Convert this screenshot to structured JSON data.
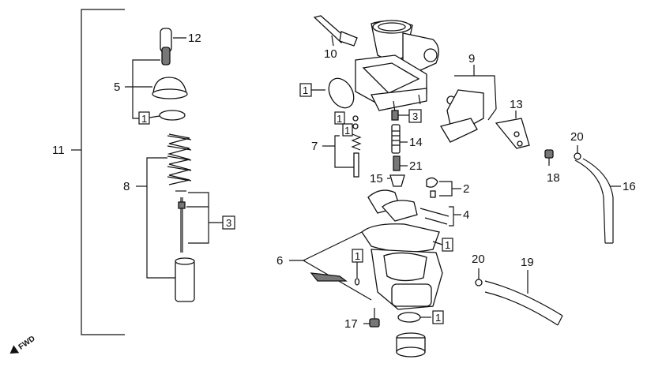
{
  "callouts": {
    "c1": "1",
    "c2": "2",
    "c3": "3",
    "c4": "4",
    "c5": "5",
    "c6": "6",
    "c7": "7",
    "c8": "8",
    "c9": "9",
    "c10": "10",
    "c11": "11",
    "c12": "12",
    "c13": "13",
    "c14": "14",
    "c15": "15",
    "c16": "16",
    "c17": "17",
    "c18": "18",
    "c19": "19",
    "c20a": "20",
    "c20b": "20",
    "c21": "21"
  },
  "boxed": {
    "b1_left": "1",
    "b3_left": "3",
    "b1_oring": "1",
    "b3_jet": "3",
    "b1_a": "1",
    "b1_b": "1",
    "b1_gasket": "1",
    "b1_bowl": "1",
    "b1_drain": "1"
  },
  "fwd_label": "FWD"
}
